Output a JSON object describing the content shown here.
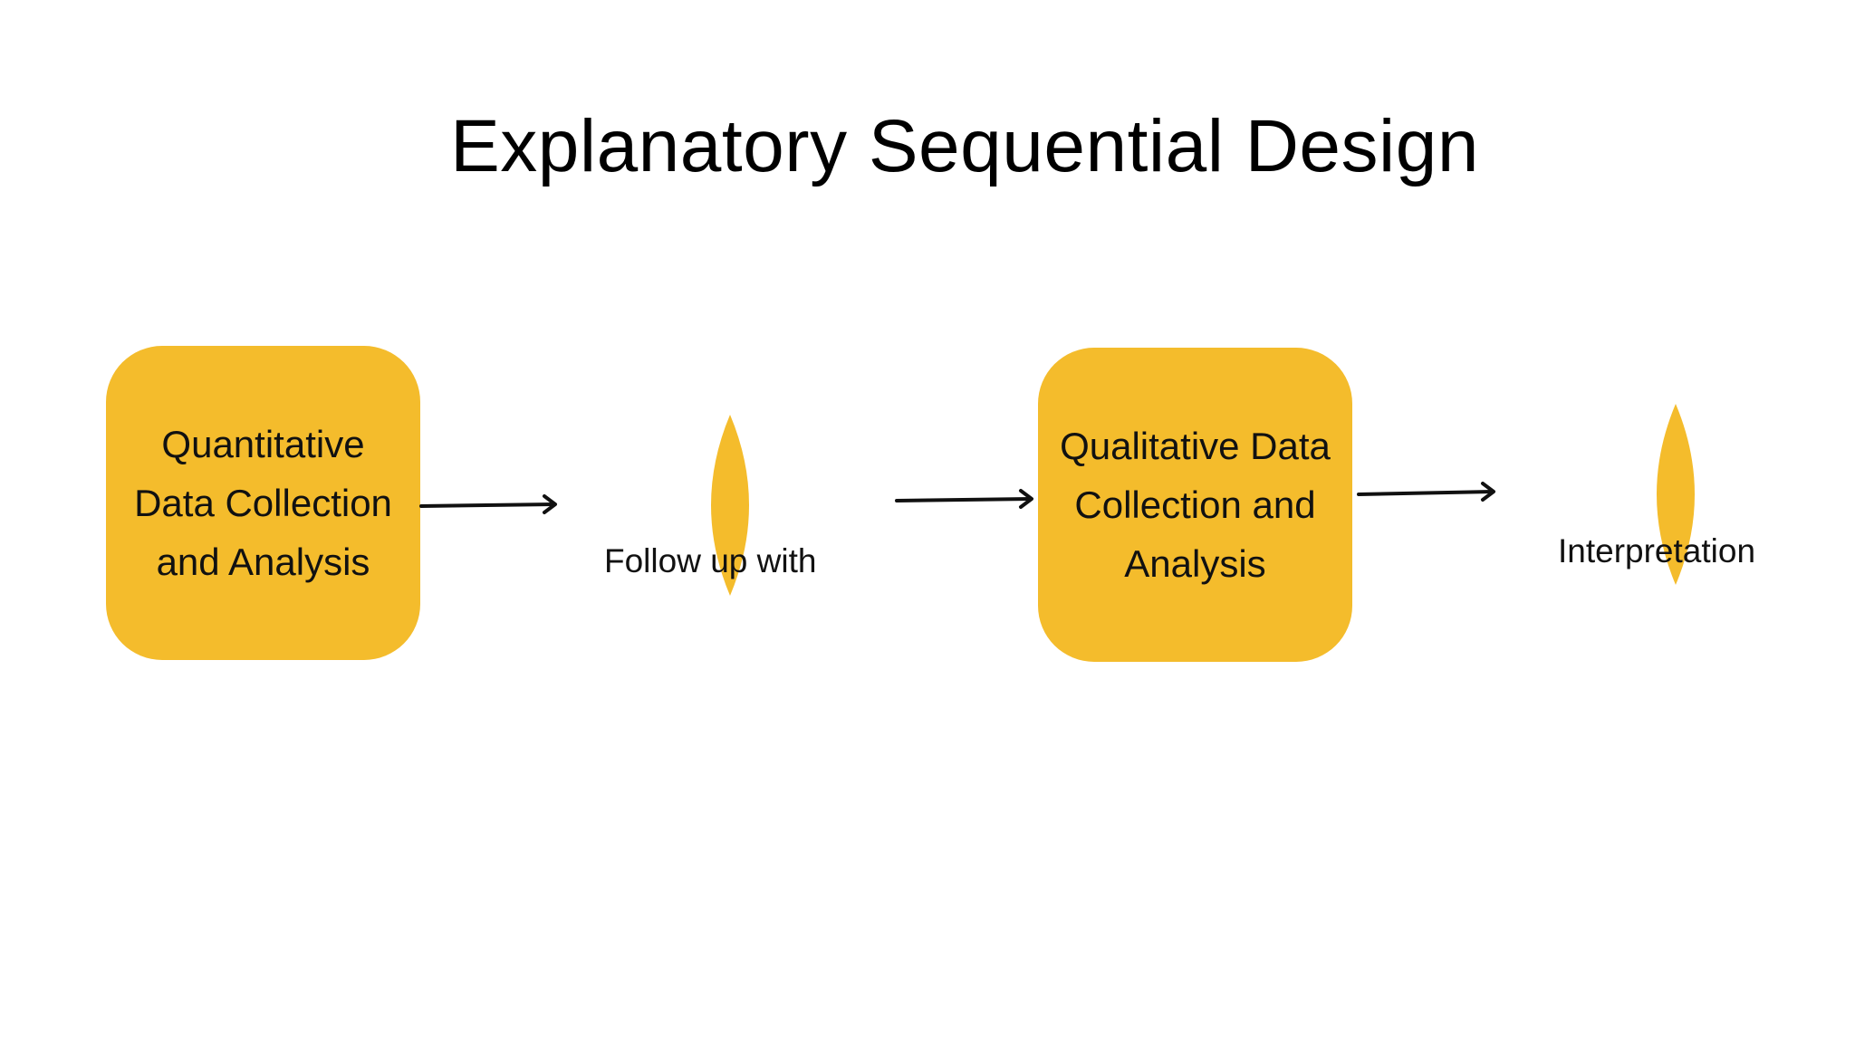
{
  "title": "Explanatory Sequential Design",
  "colors": {
    "box_fill": "#F4BC2C",
    "arrow": "#111111",
    "background": "#FFFFFF"
  },
  "steps": [
    {
      "label": "Quantitative\nData Collection\nand Analysis"
    },
    {
      "label": "Follow up with",
      "icon": "petal-icon"
    },
    {
      "label": "Qualitative Data\nCollection and\nAnalysis"
    },
    {
      "label": "Interpretation",
      "icon": "petal-icon"
    }
  ]
}
